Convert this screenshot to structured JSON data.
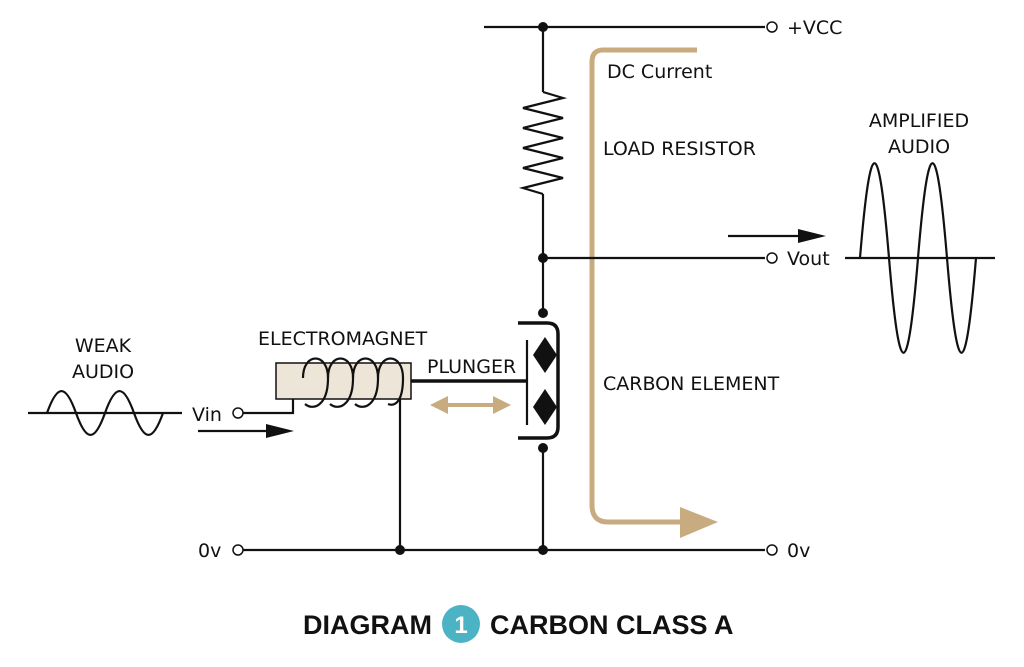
{
  "labels": {
    "vcc": "+VCC",
    "dc_current": "DC Current",
    "load_resistor": "LOAD RESISTOR",
    "amplified_audio_line1": "AMPLIFIED",
    "amplified_audio_line2": "AUDIO",
    "vout": "Vout",
    "electromagnet": "ELECTROMAGNET",
    "weak_audio_line1": "WEAK",
    "weak_audio_line2": "AUDIO",
    "plunger": "PLUNGER",
    "carbon_element": "CARBON ELEMENT",
    "vin": "Vin",
    "zero_v_left": "0v",
    "zero_v_right": "0v"
  },
  "title": {
    "prefix": "DIAGRAM",
    "number": "1",
    "suffix": "CARBON CLASS A"
  },
  "colors": {
    "wire": "#111111",
    "dc_current": "#c8ab7e",
    "badge": "#4bb3c4",
    "coil_core": "#ede6d8"
  }
}
